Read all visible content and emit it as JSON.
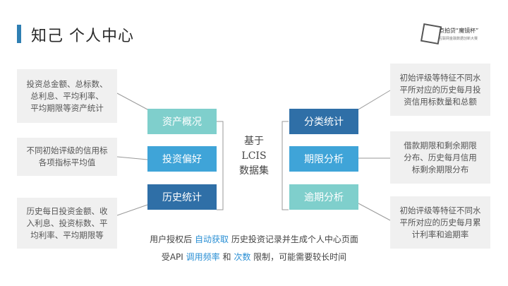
{
  "title": "知己 个人中心",
  "logo": {
    "name": "点拍贷“魔镜杯”",
    "sub": "互联网金融数据创新大赛"
  },
  "center": {
    "line1": "基于",
    "line2": "LCIS",
    "line3": "数据集"
  },
  "modules": {
    "asset_overview": "资产概况",
    "investment_preference": "投资偏好",
    "history_stats": "历史统计",
    "category_stats": "分类统计",
    "term_analysis": "期限分析",
    "overdue_analysis": "逾期分析"
  },
  "notes": {
    "left_top": [
      "投资总金额、总标数、",
      "总利息、平均利率、",
      "平均期限等资产统计"
    ],
    "left_mid": [
      "不同初始评级的信用标",
      "各项指标平均值"
    ],
    "left_bottom": [
      "历史每日投资金额、收",
      "入利息、投资标数、平",
      "均利率、平均期限等"
    ],
    "right_top": [
      "初始评级等特征不同水",
      "平所对应的历史每月投",
      "资信用标数量和总额"
    ],
    "right_mid": [
      "借款期限和剩余期限",
      "分布、历史每月信用",
      "标剩余期限分布"
    ],
    "right_bottom": [
      "初始评级等特征不同水",
      "平所对应的历史每月累",
      "计利率和逾期率"
    ]
  },
  "footer": {
    "line1_a": "用户授权后",
    "line1_hl": "自动获取",
    "line1_b": "历史投资记录并生成个人中心页面",
    "line2_a": "受API",
    "line2_hl1": "调用频率",
    "line2_b": "和",
    "line2_hl2": "次数",
    "line2_c": "限制，可能需要较长时间"
  },
  "colors": {
    "accent": "#2f7fb3",
    "teal": "#7fcfcc",
    "light_blue": "#3fa4d8",
    "dark_blue": "#2f6fa7",
    "highlight": "#2a8fd4"
  }
}
